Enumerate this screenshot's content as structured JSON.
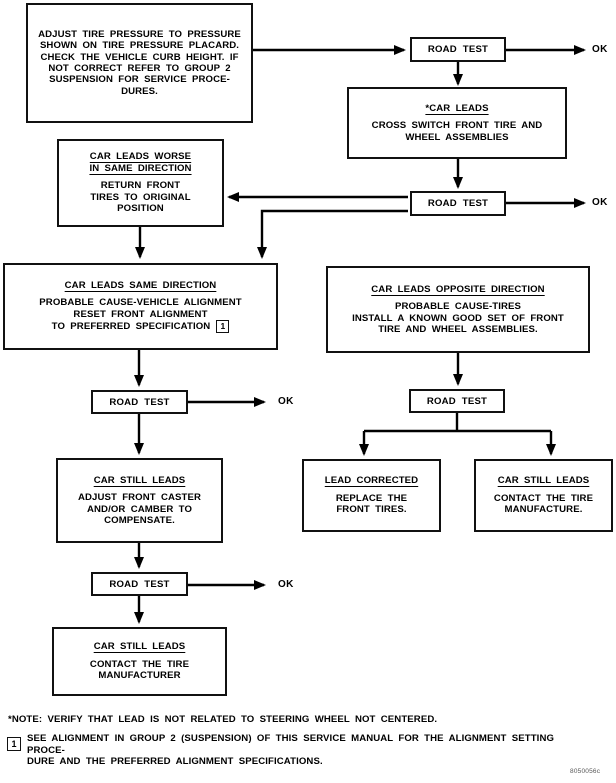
{
  "labels": {
    "road_test": "ROAD TEST",
    "ok": "OK",
    "figure_code": "8050056c"
  },
  "nodes": {
    "adjust_pressure": {
      "body": "ADJUST TIRE PRESSURE TO PRESSURE\nSHOWN ON TIRE PRESSURE PLACARD.\nCHECK THE VEHICLE CURB HEIGHT. IF\nNOT CORRECT REFER TO GROUP 2\nSUSPENSION FOR SERVICE PROCE-\nDURES."
    },
    "car_leads": {
      "title": "*CAR LEADS",
      "body": "CROSS SWITCH FRONT TIRE AND\nWHEEL ASSEMBLIES"
    },
    "car_leads_worse": {
      "title": "CAR LEADS WORSE\nIN SAME DIRECTION",
      "body": "RETURN FRONT\nTIRES TO ORIGINAL\nPOSITION"
    },
    "car_leads_same": {
      "title": "CAR LEADS SAME DIRECTION",
      "body": "PROBABLE CAUSE-VEHICLE ALIGNMENT\nRESET FRONT ALIGNMENT",
      "body_last": "TO PREFERRED SPECIFICATION",
      "ref": "1"
    },
    "car_leads_opposite": {
      "title": "CAR LEADS OPPOSITE DIRECTION",
      "body": "PROBABLE CAUSE-TIRES\nINSTALL A KNOWN GOOD SET OF FRONT\nTIRE AND WHEEL ASSEMBLIES."
    },
    "car_still_leads_caster": {
      "title": "CAR STILL LEADS",
      "body": "ADJUST FRONT CASTER\nAND/OR CAMBER TO\nCOMPENSATE."
    },
    "car_still_leads_contact": {
      "title": "CAR STILL LEADS",
      "body": "CONTACT THE TIRE\nMANUFACTURER"
    },
    "lead_corrected": {
      "title": "LEAD CORRECTED",
      "body": "REPLACE THE\nFRONT TIRES."
    },
    "car_still_leads_right": {
      "title": "CAR STILL LEADS",
      "body": "CONTACT THE TIRE\nMANUFACTURE."
    }
  },
  "footnotes": {
    "note": "*NOTE: VERIFY THAT LEAD IS NOT RELATED TO STEERING WHEEL NOT CENTERED.",
    "ref_marker": "1",
    "ref_text": "SEE ALIGNMENT IN GROUP 2 (SUSPENSION) OF THIS SERVICE MANUAL FOR THE ALIGNMENT SETTING PROCE-\nDURE AND THE PREFERRED ALIGNMENT SPECIFICATIONS."
  }
}
